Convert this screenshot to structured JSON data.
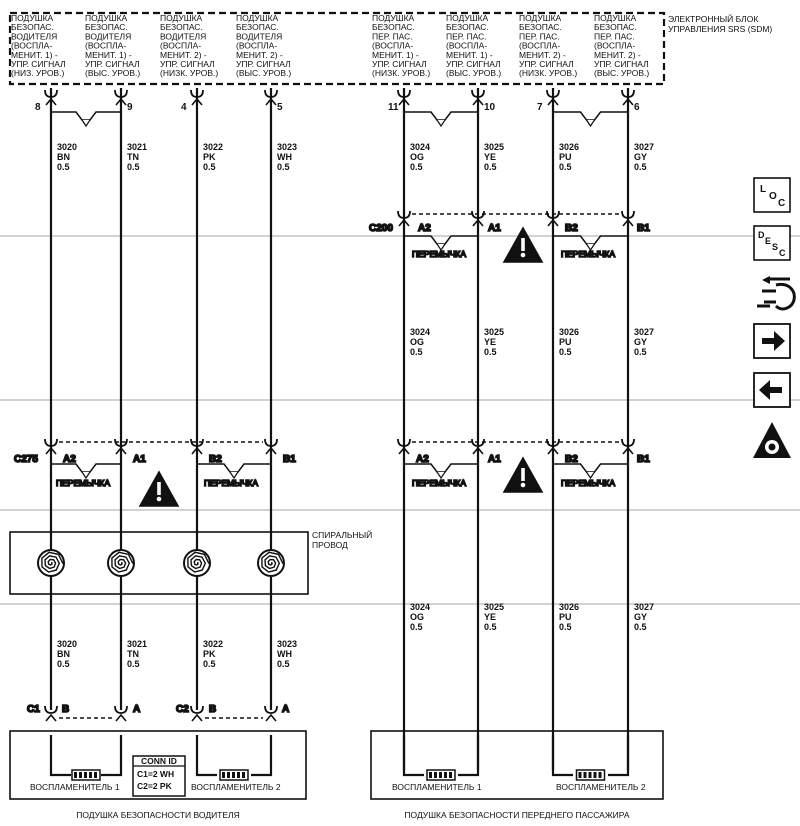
{
  "sdm_title": [
    "ЭЛЕКТРОННЫЙ БЛОК",
    "УПРАВЛЕНИЯ SRS (SDM)"
  ],
  "sdm_pins": [
    {
      "lines": [
        "ПОДУШКА",
        "БЕЗОПАС.",
        "ВОДИТЕЛЯ",
        "(ВОСПЛА-",
        "МЕНИТ. 1) -",
        "УПР. СИГНАЛ",
        "(НИЗ. УРОВ.)"
      ],
      "pin": "8"
    },
    {
      "lines": [
        "ПОДУШКА",
        "БЕЗОПАС.",
        "ВОДИТЕЛЯ",
        "(ВОСПЛА-",
        "МЕНИТ. 1) -",
        "УПР. СИГНАЛ",
        "(ВЫС. УРОВ.)"
      ],
      "pin": "9"
    },
    {
      "lines": [
        "ПОДУШКА",
        "БЕЗОПАС.",
        "ВОДИТЕЛЯ",
        "(ВОСПЛА-",
        "МЕНИТ. 2) -",
        "УПР. СИГНАЛ",
        "(НИЗК. УРОВ.)"
      ],
      "pin": "4"
    },
    {
      "lines": [
        "ПОДУШКА",
        "БЕЗОПАС.",
        "ВОДИТЕЛЯ",
        "(ВОСПЛА-",
        "МЕНИТ. 2) -",
        "УПР. СИГНАЛ",
        "(ВЫС. УРОВ.)"
      ],
      "pin": "5"
    },
    {
      "lines": [
        "ПОДУШКА",
        "БЕЗОПАС.",
        "ПЕР. ПАС.",
        "(ВОСПЛА-",
        "МЕНИТ. 1) -",
        "УПР. СИГНАЛ",
        "(НИЗК. УРОВ.)"
      ],
      "pin": "11"
    },
    {
      "lines": [
        "ПОДУШКА",
        "БЕЗОПАС.",
        "ПЕР. ПАС.",
        "(ВОСПЛА-",
        "МЕНИТ. 1) -",
        "УПР. СИГНАЛ",
        "(ВЫС. УРОВ.)"
      ],
      "pin": "10"
    },
    {
      "lines": [
        "ПОДУШКА",
        "БЕЗОПАС.",
        "ПЕР. ПАС.",
        "(ВОСПЛА-",
        "МЕНИТ. 2) -",
        "УПР. СИГНАЛ",
        "(НИЗК. УРОВ.)"
      ],
      "pin": "7"
    },
    {
      "lines": [
        "ПОДУШКА",
        "БЕЗОПАС.",
        "ПЕР. ПАС.",
        "(ВОСПЛА-",
        "МЕНИТ. 2) -",
        "УПР. СИГНАЛ",
        "(ВЫС. УРОВ.)"
      ],
      "pin": "6"
    }
  ],
  "wires": [
    {
      "circuit": "3020",
      "color": "BN",
      "gauge": "0.5"
    },
    {
      "circuit": "3021",
      "color": "TN",
      "gauge": "0.5"
    },
    {
      "circuit": "3022",
      "color": "PK",
      "gauge": "0.5"
    },
    {
      "circuit": "3023",
      "color": "WH",
      "gauge": "0.5"
    },
    {
      "circuit": "3024",
      "color": "OG",
      "gauge": "0.5"
    },
    {
      "circuit": "3025",
      "color": "YE",
      "gauge": "0.5"
    },
    {
      "circuit": "3026",
      "color": "PU",
      "gauge": "0.5"
    },
    {
      "circuit": "3027",
      "color": "GY",
      "gauge": "0.5"
    }
  ],
  "connectors": {
    "c200": "C200",
    "c275": "C275",
    "c1": "C1",
    "c2": "C2",
    "pins_ab": [
      "A2",
      "A1",
      "B2",
      "B1"
    ],
    "pins_ba": [
      "B",
      "A"
    ]
  },
  "jumper_label": "ПЕРЕМЫЧКА",
  "clockspring_label": [
    "СПИРАЛЬНЫЙ",
    "ПРОВОД"
  ],
  "conn_id": {
    "title": "CONN ID",
    "lines": [
      "C1=2 WH",
      "C2=2 PK"
    ]
  },
  "igniters": [
    "ВОСПЛАМЕНИТЕЛЬ 1",
    "ВОСПЛАМЕНИТЕЛЬ 2"
  ],
  "driver_module": "ПОДУШКА БЕЗОПАСНОСТИ ВОДИТЕЛЯ",
  "passenger_module": "ПОДУШКА БЕЗОПАСНОСТИ ПЕРЕДНЕГО ПАССАЖИРА",
  "nav": {
    "loc": [
      "L",
      "O",
      "C"
    ],
    "desc": [
      "D",
      "E",
      "S",
      "C"
    ],
    "icons": [
      "connector-end-view-icon",
      "next-arrow-icon",
      "back-arrow-icon",
      "airbag-warning-icon"
    ]
  }
}
